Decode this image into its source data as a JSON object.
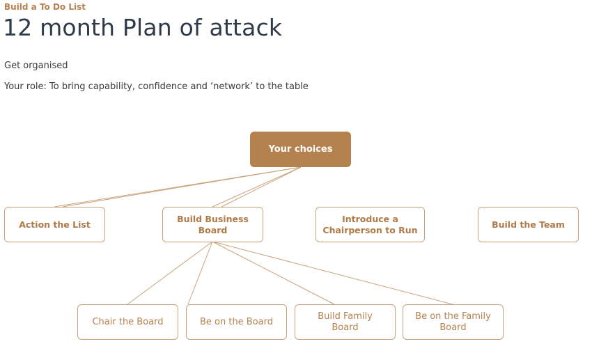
{
  "header": {
    "eyebrow": "Build a To Do List",
    "title": "12 month Plan of attack",
    "subtitle": "Get organised",
    "role": "Your role: To bring capability, confidence and ‘network’ to the table"
  },
  "diagram": {
    "root": {
      "label": "Your choices"
    },
    "level1": [
      {
        "id": "action",
        "label": "Action the List"
      },
      {
        "id": "business",
        "label": "Build Business Board"
      },
      {
        "id": "chair",
        "label": "Introduce a Chairperson to Run"
      },
      {
        "id": "team",
        "label": "Build the Team"
      }
    ],
    "level2": [
      {
        "id": "chair-board",
        "label": "Chair the Board"
      },
      {
        "id": "be-on-board",
        "label": "Be on the Board"
      },
      {
        "id": "family-board",
        "label": "Build Family Board"
      },
      {
        "id": "be-on-family",
        "label": "Be on the Family Board"
      }
    ],
    "colors": {
      "accent": "#b5814f",
      "line": "#c8a27a",
      "title": "#2f3b4a"
    }
  }
}
